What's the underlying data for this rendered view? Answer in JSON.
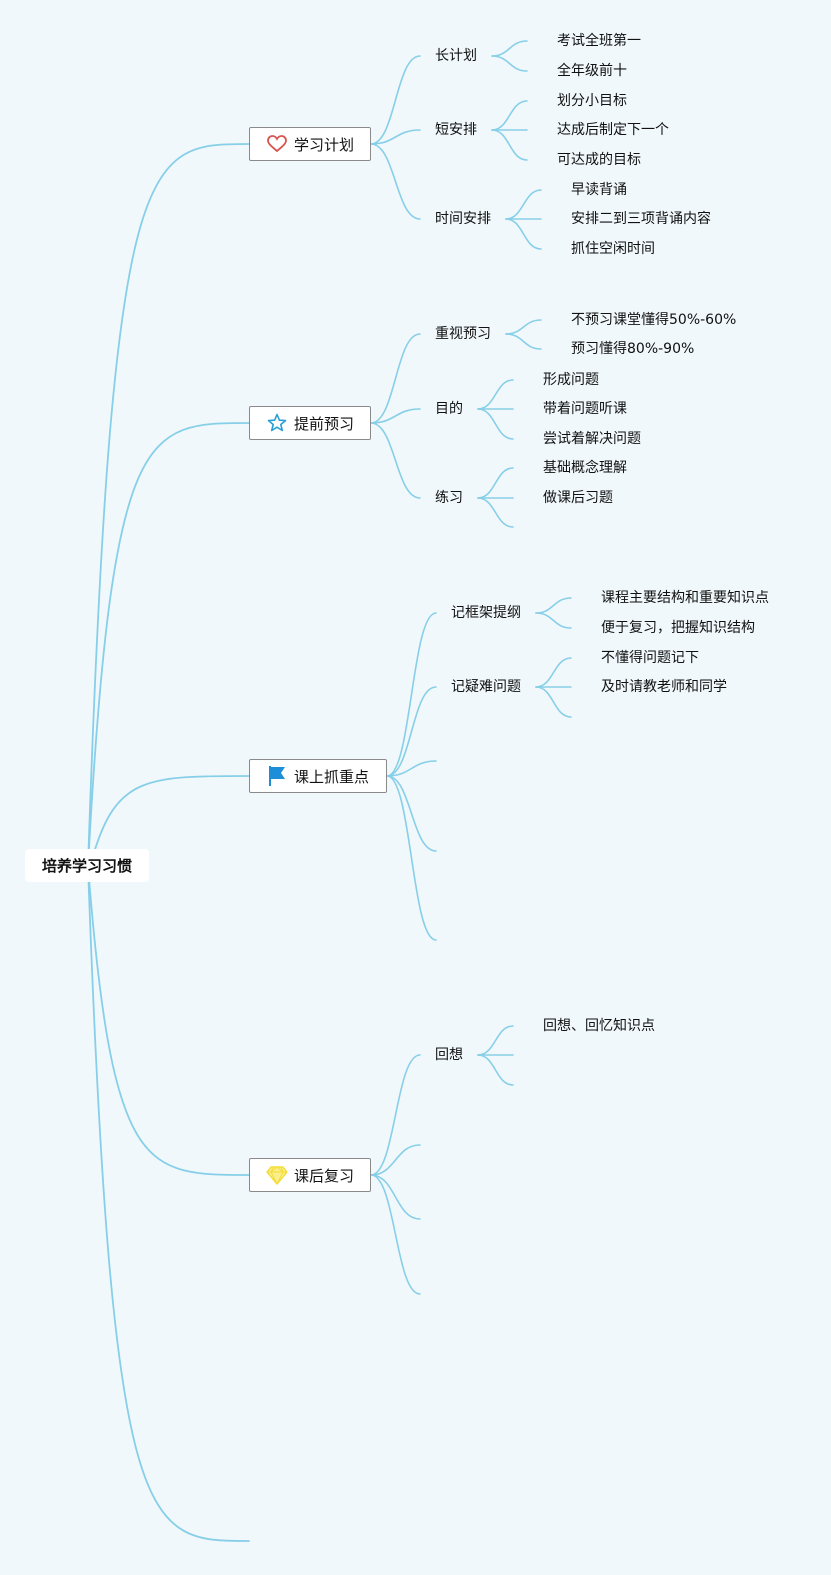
{
  "root": {
    "label": "培养学习习惯"
  },
  "colors": {
    "line": "#87cfe8",
    "heart": "#d9534f",
    "star": "#2a9fd6",
    "flag": "#1f8ed8",
    "gem": "#f3dd3a"
  },
  "branches": [
    {
      "label": "学习计划",
      "icon": "heart-icon",
      "subs": [
        {
          "label": "长计划",
          "leaves": [
            "考试全班第一",
            "全年级前十"
          ]
        },
        {
          "label": "短安排",
          "leaves": [
            "划分小目标",
            "达成后制定下一个",
            "可达成的目标"
          ]
        },
        {
          "label": "时间安排",
          "leaves": [
            "早读背诵",
            "安排二到三项背诵内容",
            "抓住空闲时间"
          ]
        }
      ]
    },
    {
      "label": "提前预习",
      "icon": "star-icon",
      "subs": [
        {
          "label": "重视预习",
          "leaves": [
            "不预习课堂懂得50%-60%",
            "预习懂得80%-90%"
          ]
        },
        {
          "label": "目的",
          "leaves": [
            "形成问题",
            "带着问题听课",
            "尝试着解决问题"
          ]
        },
        {
          "label": "练习",
          "leaves": [
            "基础概念理解",
            "做课后习题",
            ""
          ]
        }
      ]
    },
    {
      "label": "课上抓重点",
      "icon": "flag-icon",
      "subs": [
        {
          "label": "记框架提纲",
          "leaves": [
            "课程主要结构和重要知识点",
            "便于复习，把握知识结构"
          ]
        },
        {
          "label": "记疑难问题",
          "leaves": [
            "不懂得问题记下",
            "及时请教老师和同学",
            ""
          ]
        },
        {
          "label": "",
          "leaves": []
        },
        {
          "label": "",
          "leaves": []
        },
        {
          "label": "",
          "leaves": []
        }
      ]
    },
    {
      "label": "课后复习",
      "icon": "gem-icon",
      "subs": [
        {
          "label": "回想",
          "leaves": [
            "回想、回忆知识点",
            "",
            ""
          ]
        },
        {
          "label": "",
          "leaves": []
        },
        {
          "label": "",
          "leaves": []
        },
        {
          "label": "",
          "leaves": []
        }
      ]
    }
  ]
}
